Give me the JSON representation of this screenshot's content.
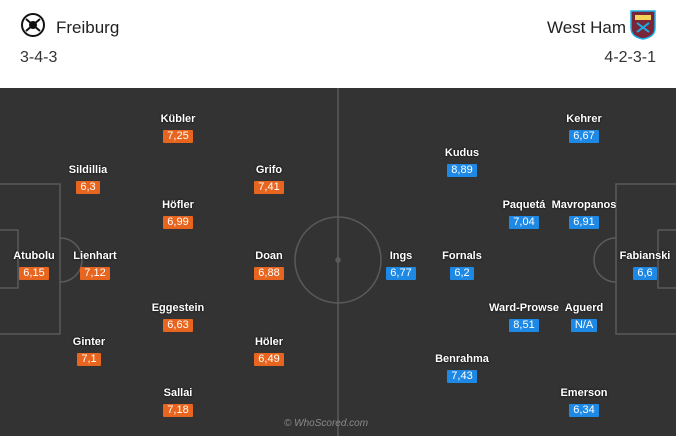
{
  "home": {
    "name": "Freiburg",
    "formation": "3-4-3",
    "crest": "freiburg-crest-icon",
    "color": "#e8651f",
    "players": [
      {
        "name": "Atubolu",
        "rating": "6,15"
      },
      {
        "name": "Lienhart",
        "rating": "7,12"
      },
      {
        "name": "Sildillia",
        "rating": "6,3"
      },
      {
        "name": "Ginter",
        "rating": "7,1"
      },
      {
        "name": "Kübler",
        "rating": "7,25"
      },
      {
        "name": "Höfler",
        "rating": "6,99"
      },
      {
        "name": "Eggestein",
        "rating": "6,63"
      },
      {
        "name": "Sallai",
        "rating": "7,18"
      },
      {
        "name": "Grifo",
        "rating": "7,41"
      },
      {
        "name": "Doan",
        "rating": "6,88"
      },
      {
        "name": "Höler",
        "rating": "6,49"
      }
    ]
  },
  "away": {
    "name": "West Ham",
    "formation": "4-2-3-1",
    "crest": "west-ham-crest-icon",
    "color": "#1e88e5",
    "players": [
      {
        "name": "Fabianski",
        "rating": "6,6"
      },
      {
        "name": "Kehrer",
        "rating": "6,67"
      },
      {
        "name": "Mavropanos",
        "rating": "6,91"
      },
      {
        "name": "Aguerd",
        "rating": "N/A"
      },
      {
        "name": "Emerson",
        "rating": "6,34"
      },
      {
        "name": "Paquetá",
        "rating": "7,04"
      },
      {
        "name": "Ward-Prowse",
        "rating": "8,51"
      },
      {
        "name": "Kudus",
        "rating": "8,89"
      },
      {
        "name": "Fornals",
        "rating": "6,2"
      },
      {
        "name": "Benrahma",
        "rating": "7,43"
      },
      {
        "name": "Ings",
        "rating": "6,77"
      }
    ]
  },
  "watermark": "© WhoScored.com",
  "colors": {
    "pitch": "#333333",
    "lines": "#5a5a5a"
  }
}
